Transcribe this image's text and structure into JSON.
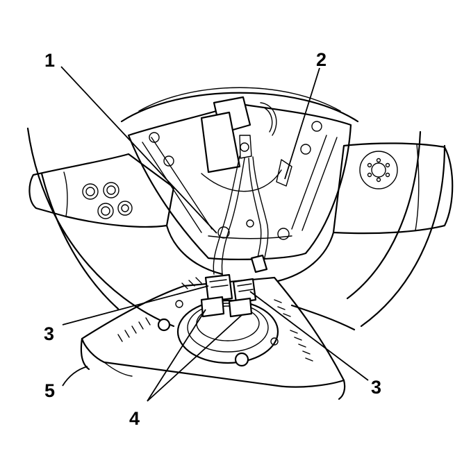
{
  "callouts": {
    "c1": "1",
    "c2": "2",
    "c3_left": "3",
    "c3_right": "3",
    "c4": "4",
    "c5": "5"
  }
}
